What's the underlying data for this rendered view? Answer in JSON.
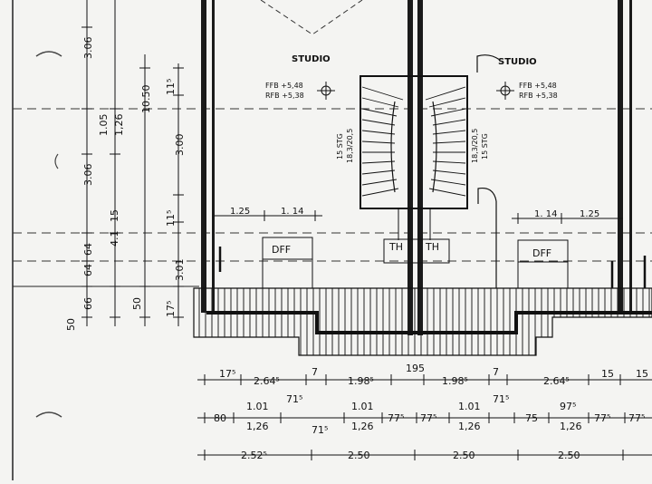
{
  "rooms": [
    {
      "id": "studio-left",
      "label": "STUDIO"
    },
    {
      "id": "studio-right",
      "label": "STUDIO"
    }
  ],
  "levels": {
    "left": {
      "ffb": "FFB +5,48",
      "rfb": "RFB +5,38"
    },
    "right": {
      "ffb": "FFB +5,48",
      "rfb": "RFB +5,38"
    }
  },
  "stairs": {
    "left": {
      "count": "15 STG",
      "ratio": "18,3/20,5"
    },
    "right": {
      "count": "15 STG",
      "ratio": "18,3/20,5"
    }
  },
  "elements": {
    "dff_left": "DFF",
    "dff_right": "DFF",
    "th_left": "TH",
    "th_right": "TH"
  },
  "room_dims": {
    "left": [
      "1.25",
      "1. 14"
    ],
    "right": [
      "1. 14",
      "1.25"
    ]
  },
  "vertical_dims": {
    "col1": [
      "3.06",
      "1.05",
      "1,26",
      "3.06",
      "4.1",
      "15",
      "64",
      "64",
      "66",
      "50"
    ],
    "col2": [
      "10.50",
      "11⁵",
      "3.00",
      "11⁵",
      "3.01",
      "50"
    ],
    "col3": [
      "17⁵"
    ]
  },
  "bottom_dims": {
    "row1": [
      "17⁵",
      "2.64⁵",
      "7",
      "1.98⁵",
      "195",
      "1.98⁵",
      "7",
      "2.64⁵",
      "15",
      "15"
    ],
    "row2": [
      "80",
      "1.01",
      "1,26",
      "71⁵",
      "71⁵",
      "1.01",
      "1,26",
      "77⁵",
      "77⁵",
      "1.01",
      "1,26",
      "71⁵",
      "75",
      "97⁵",
      "1,26",
      "77⁵",
      "77⁵"
    ],
    "row3": [
      "2.52⁵",
      "2.50",
      "2.50",
      "2.50"
    ]
  }
}
